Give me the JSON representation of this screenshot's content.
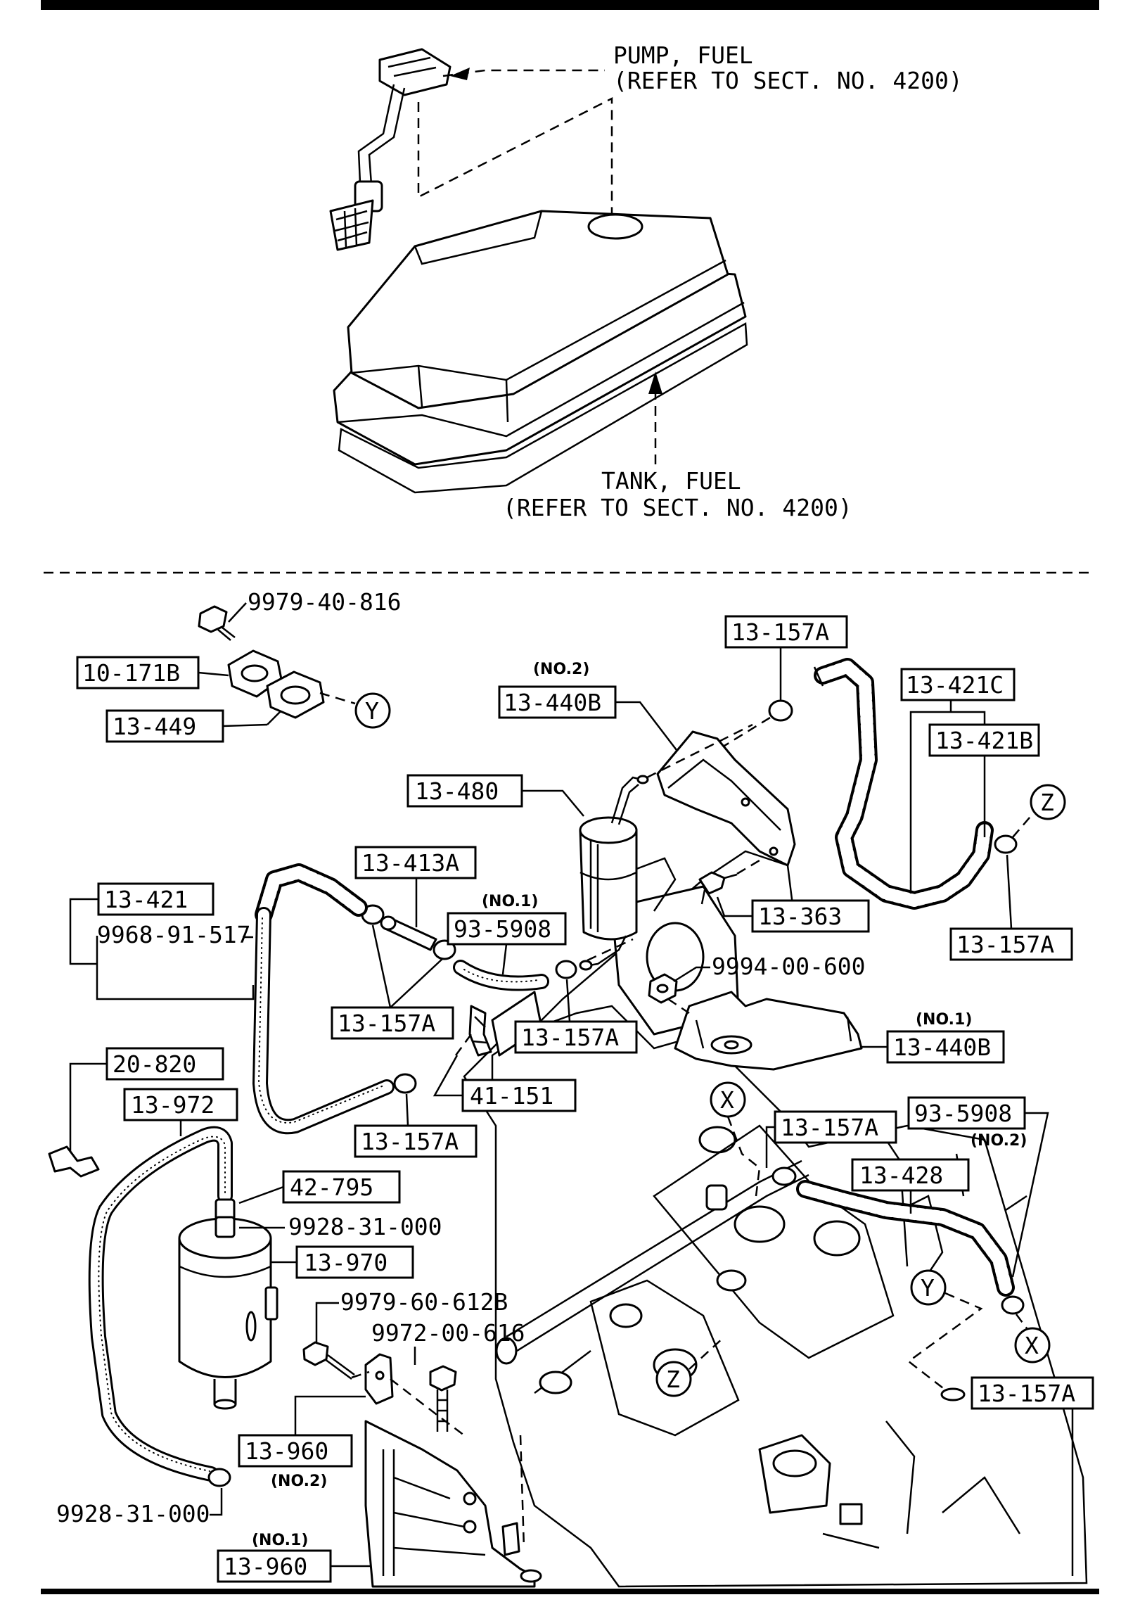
{
  "header": {
    "pump_label_1": "PUMP, FUEL",
    "pump_label_2": "(REFER TO SECT. NO. 4200)",
    "tank_label_1": "TANK, FUEL",
    "tank_label_2": "(REFER TO SECT. NO. 4200)"
  },
  "parts": {
    "p_9979_40_816": "9979-40-816",
    "p_10_171B": "10-171B",
    "p_13_449": "13-449",
    "p_13_157A_top": "13-157A",
    "p_13_440B_no2": "13-440B",
    "note_no2_bracket": "(NO.2)",
    "p_13_421C": "13-421C",
    "p_13_421B": "13-421B",
    "p_13_480": "13-480",
    "p_13_413A": "13-413A",
    "note_no1_hose": "(NO.1)",
    "p_93_5908_no1": "93-5908",
    "p_13_363": "13-363",
    "p_13_157A_right": "13-157A",
    "p_13_421": "13-421",
    "p_9968_91_517": "9968-91-517",
    "p_9994_00_600": "9994-00-600",
    "p_13_157A_left": "13-157A",
    "p_13_157A_mid": "13-157A",
    "note_no1_bracket": "(NO.1)",
    "p_13_440B_no1": "13-440B",
    "p_20_820": "20-820",
    "p_41_151": "41-151",
    "p_13_972": "13-972",
    "p_13_157A_low": "13-157A",
    "p_13_157A_x": "13-157A",
    "p_93_5908_no2": "93-5908",
    "note_no2_hose": "(NO.2)",
    "p_13_428": "13-428",
    "p_42_795": "42-795",
    "p_9928_31_000_top": "9928-31-000",
    "p_13_970": "13-970",
    "p_9979_60_612B": "9979-60-612B",
    "p_9972_00_616": "9972-00-616",
    "p_13_960_no2": "13-960",
    "note_no2_960": "(NO.2)",
    "p_9928_31_000_bottom": "9928-31-000",
    "note_no1_960": "(NO.1)",
    "p_13_960_no1": "13-960",
    "p_13_157A_bottom": "13-157A"
  },
  "markers": {
    "y": "Y",
    "z": "Z",
    "x": "X"
  }
}
